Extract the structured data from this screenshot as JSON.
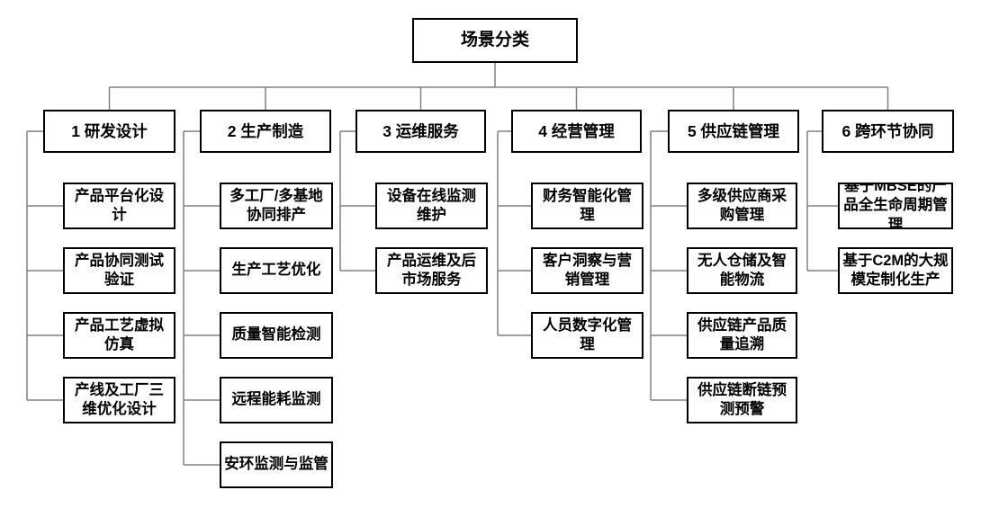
{
  "root": {
    "label": "场景分类"
  },
  "groups": [
    {
      "label": "1 研发设计",
      "children": [
        "产品平台化设计",
        "产品协同测试验证",
        "产品工艺虚拟仿真",
        "产线及工厂三维优化设计"
      ]
    },
    {
      "label": "2 生产制造",
      "children": [
        "多工厂/多基地协同排产",
        "生产工艺优化",
        "质量智能检测",
        "远程能耗监测",
        "安环监测与监管"
      ]
    },
    {
      "label": "3 运维服务",
      "children": [
        "设备在线监测维护",
        "产品运维及后市场服务"
      ]
    },
    {
      "label": "4 经营管理",
      "children": [
        "财务智能化管理",
        "客户洞察与营销管理",
        "人员数字化管理"
      ]
    },
    {
      "label": "5 供应链管理",
      "children": [
        "多级供应商采购管理",
        "无人仓储及智能物流",
        "供应链产品质量追溯",
        "供应链断链预测预警"
      ]
    },
    {
      "label": "6 跨环节协同",
      "children": [
        "基于MBSE的产品全生命周期管理",
        "基于C2M的大规模定制化生产"
      ]
    }
  ],
  "colors": {
    "box_border": "#000000",
    "box_fill": "#ffffff",
    "text": "#000000",
    "connector": "#808080"
  }
}
